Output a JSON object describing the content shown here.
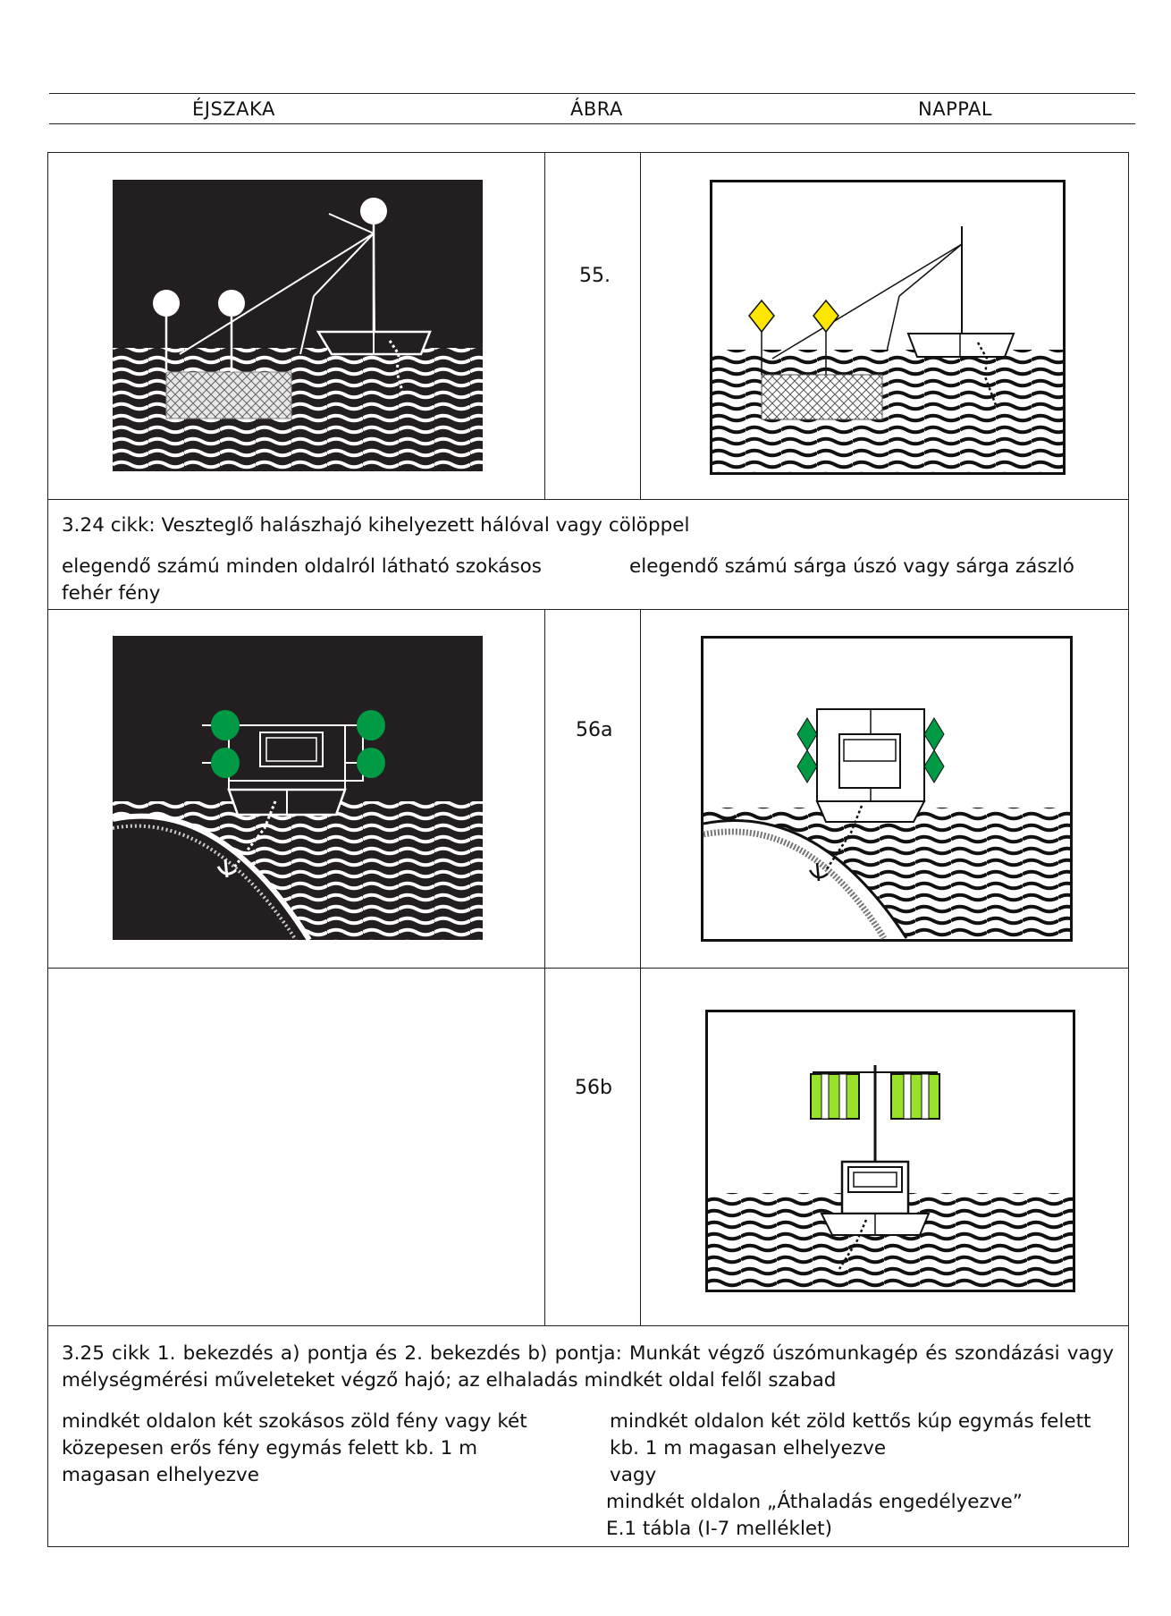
{
  "header": {
    "night": "ÉJSZAKA",
    "figure": "ÁBRA",
    "day": "NAPPAL"
  },
  "rows": [
    {
      "figure": "55."
    },
    {
      "figure": "56a"
    },
    {
      "figure": "56b"
    }
  ],
  "sections": [
    {
      "article": "3.24 cikk: Veszteglő halászhajó kihelyezett hálóval vagy cölöppel",
      "night_text": "elegendő számú minden oldalról látható szokásos fehér fény",
      "day_text": "elegendő számú sárga úszó vagy sárga zászló"
    },
    {
      "article": "3.25 cikk 1. bekezdés a) pontja és 2. bekezdés b) pontja: Munkát végző úszómunkagép és szondázási vagy mélységmérési műveleteket végző hajó; az elhaladás mindkét oldal felől szabad",
      "night_text": "mindkét oldalon két szokásos zöld fény vagy két közepesen erős fény egymás felett kb. 1 m magasan elhelyezve",
      "day_text_1": "mindkét oldalon két zöld kettős kúp egymás felett kb. 1 m magasan elhelyezve",
      "day_or": "vagy",
      "day_text_2": "mindkét oldalon „Áthaladás engedélyezve”",
      "day_text_3": "E.1 tábla (I-7 melléklet)"
    }
  ],
  "colors": {
    "night_bg": "#231f20",
    "white_light": "#ffffff",
    "yellow": "#ffe600",
    "green": "#009a44",
    "light_green": "#99e22c"
  }
}
